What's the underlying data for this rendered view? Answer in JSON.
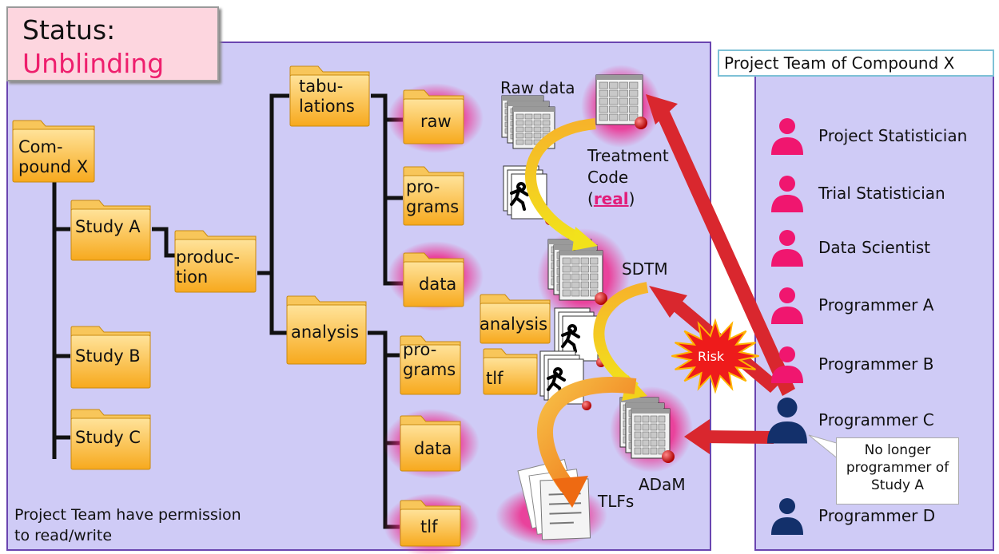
{
  "status": {
    "label": "Status:",
    "value": "Unblinding"
  },
  "team_panel": {
    "title": "Project Team of Compound X"
  },
  "tree": {
    "root": "Com-\npound X",
    "studies": [
      "Study A",
      "Study B",
      "Study C"
    ],
    "production": "produc-\ntion",
    "tabulations": "tabu-\nlations",
    "analysis": "analysis",
    "tab_children": [
      "raw",
      "pro-\ngrams",
      "data"
    ],
    "ana_children": [
      "pro-\ngrams",
      "data",
      "tlf"
    ]
  },
  "artifacts": {
    "raw_data": "Raw data",
    "treatment_code_line1": "Treatment",
    "treatment_code_line2": "Code",
    "treatment_code_paren_open": "(",
    "treatment_code_link": "real",
    "treatment_code_paren_close": ")",
    "sdtm": "SDTM",
    "analysis_folder": "analysis",
    "tlf_folder": "tlf",
    "adam": "ADaM",
    "tlfs": "TLFs",
    "risk": "Risk"
  },
  "permission_note": "Project Team have permission\nto read/write",
  "members": [
    {
      "name": "Project Statistician",
      "color": "#f0166f"
    },
    {
      "name": "Trial Statistician",
      "color": "#f0166f"
    },
    {
      "name": "Data Scientist",
      "color": "#f0166f"
    },
    {
      "name": "Programmer A",
      "color": "#f0166f"
    },
    {
      "name": "Programmer B",
      "color": "#f0166f"
    },
    {
      "name": "Programmer C",
      "color": "#13306b"
    },
    {
      "name": "Programmer D",
      "color": "#13306b"
    }
  ],
  "callout": "No longer\nprogrammer of\nStudy A",
  "colors": {
    "folder": "#ffbc2e",
    "highlight": "#ee2a8c",
    "arrow": "#d9272e",
    "panel": "#cfcbf6",
    "border": "#6a45b0"
  }
}
